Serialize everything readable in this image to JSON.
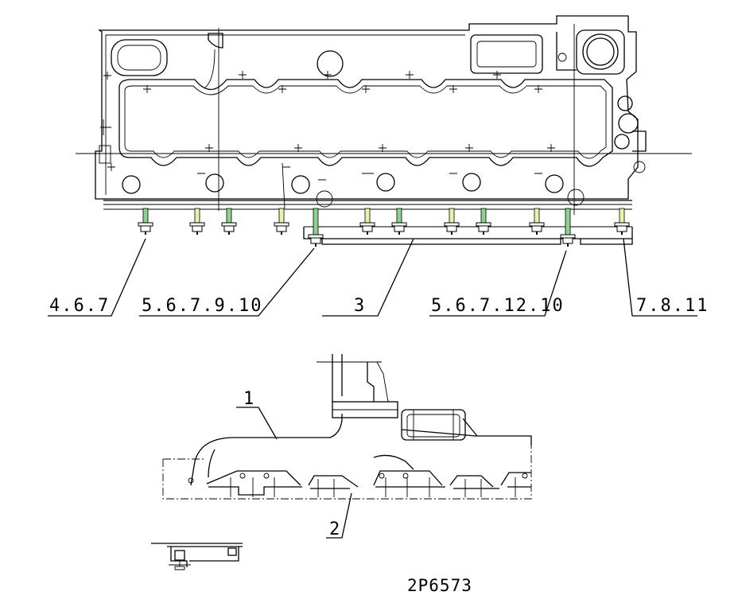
{
  "callouts": {
    "top": [
      {
        "text": "4.6.7"
      },
      {
        "text": "5.6.7.9.10"
      },
      {
        "text": "3"
      },
      {
        "text": "5.6.7.12.10"
      },
      {
        "text": "7.8.11"
      }
    ],
    "bottom": [
      {
        "text": "1"
      },
      {
        "text": "2"
      }
    ]
  },
  "drawing_code": "2P6573",
  "colors": {
    "line": "#000000",
    "bolt_accent": "#8fd18f"
  }
}
